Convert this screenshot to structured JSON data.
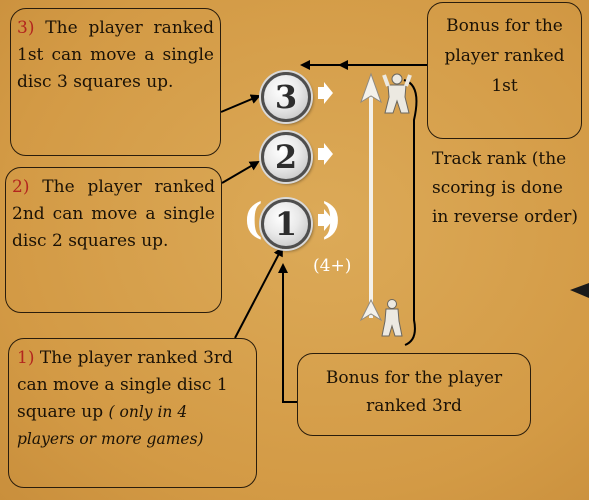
{
  "callouts": {
    "rank3": {
      "number": "3)",
      "text": "The player ranked 1st can move a single disc 3 squares up."
    },
    "rank2": {
      "number": "2)",
      "text": "The player ranked 2nd can move a single disc 2 squares up."
    },
    "rank1": {
      "number": "1)",
      "text": "The player ranked 3rd can move a single disc 1 square up",
      "note": "( only in 4 players or more games)"
    },
    "bonus_first": "Bonus for the player ranked 1st",
    "bonus_third": "Bonus for the player ranked 3rd",
    "track_rank": "Track rank (the scoring is done in reverse order)"
  },
  "discs": {
    "top": "3",
    "middle": "2",
    "bottom": "1"
  },
  "four_plus": "(4+)",
  "colors": {
    "background": "#d7a04b",
    "number_red": "#b3261e",
    "outline": "#2a1d0c",
    "white_marks": "#ffffff"
  },
  "icons": [
    "right-arrow-icon",
    "track-arrow-icon",
    "meeple-figure-icon"
  ]
}
